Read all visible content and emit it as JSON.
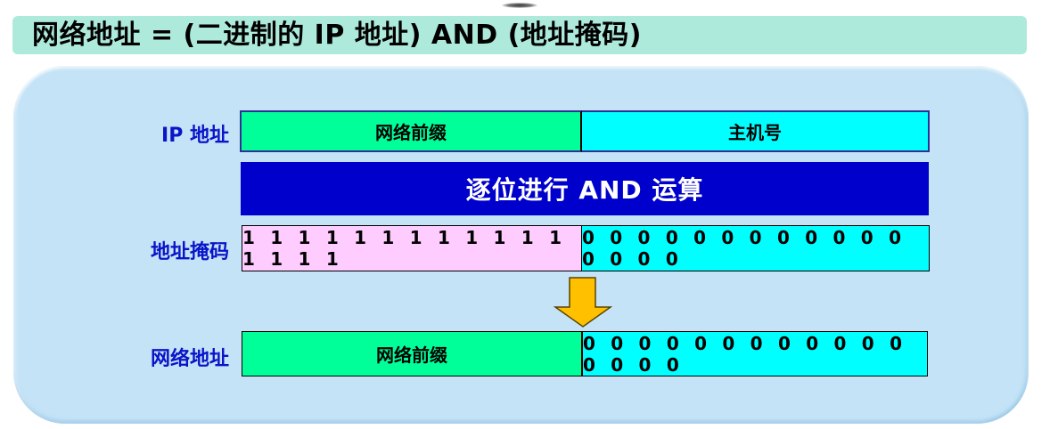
{
  "title": "网络地址 = (二进制的 IP 地址) AND (地址掩码)",
  "rows": {
    "ip": {
      "label": "IP 地址",
      "left": "网络前缀",
      "right": "主机号"
    },
    "operation": {
      "label": "逐位进行 AND 运算"
    },
    "mask": {
      "label": "地址掩码",
      "left": "1 1 1 1 1 1 1 1 1 1 1 1 1 1 1 1",
      "right": "0 0 0 0 0 0 0 0 0 0 0 0 0 0 0 0"
    },
    "result": {
      "label": "网络地址",
      "left": "网络前缀",
      "right": "0 0 0 0 0 0 0 0 0 0 0 0 0 0 0 0"
    }
  },
  "icons": {
    "arrow": "down-arrow-icon"
  },
  "colors": {
    "title_bg": "#aeeadb",
    "panel_bg": "#c4e3f7",
    "label_text": "#0a14c8",
    "network_prefix": "#00ff99",
    "host": "#00ffff",
    "mask_ones": "#ffccff",
    "and_bar": "#0000cc",
    "arrow": "#ffc000"
  }
}
